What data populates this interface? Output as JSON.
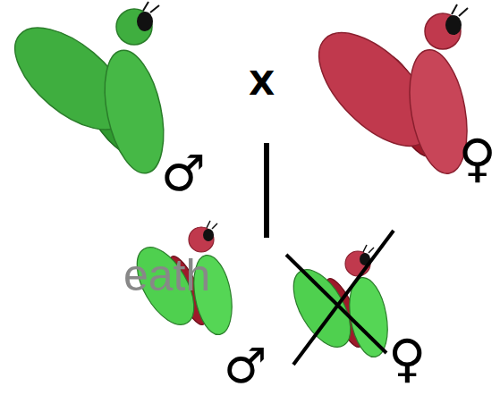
{
  "diagram": {
    "labels": [
      "X",
      "♂",
      "♀",
      "eath",
      "♂",
      "♀"
    ]
  }
}
